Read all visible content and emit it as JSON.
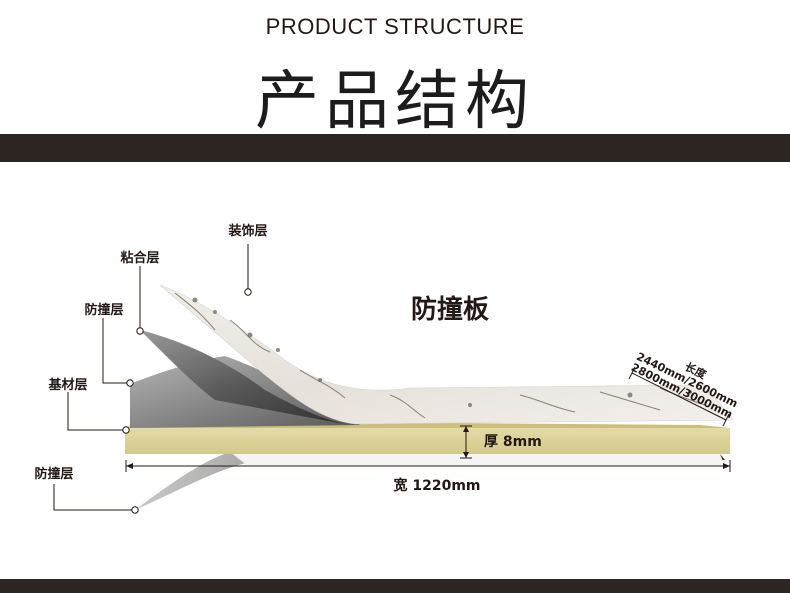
{
  "header": {
    "title_en": "PRODUCT STRUCTURE",
    "title_zh": "产品结构"
  },
  "diagram": {
    "product_name": "防撞板",
    "layers": {
      "decor": "装饰层",
      "adhesive": "粘合层",
      "protect_top": "防撞层",
      "base": "基材层",
      "protect_bottom": "防撞层"
    },
    "dimensions": {
      "thickness": "厚 8mm",
      "width": "宽 1220mm",
      "length_title": "长度",
      "length_line1": "2440mm/2600mm",
      "length_line2": "2800mm/3000mm"
    }
  },
  "colors": {
    "band": "#2c2522",
    "base_panel": "#dcd39a",
    "gray_layer": "#6b6b6b",
    "marble": "#e9e5df"
  }
}
